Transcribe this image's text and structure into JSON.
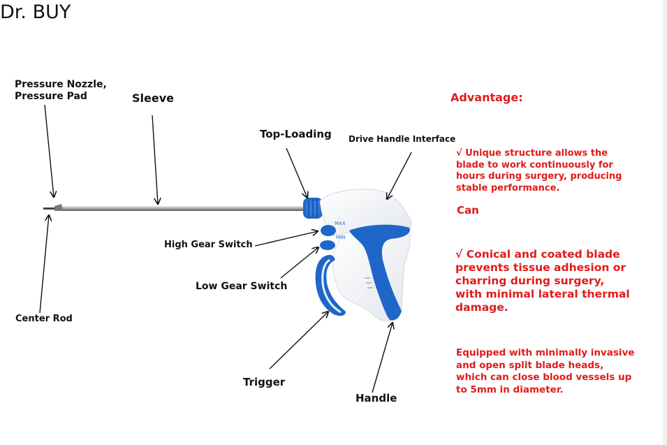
{
  "brand": "Dr. BUY",
  "labels": {
    "pressure_nozzle": "Pressure Nozzle,\nPressure Pad",
    "sleeve": "Sleeve",
    "top_loading": "Top-Loading",
    "drive_handle_interface": "Drive Handle Interface",
    "high_gear_switch": "High Gear Switch",
    "low_gear_switch": "Low Gear Switch",
    "center_rod": "Center Rod",
    "trigger": "Trigger",
    "handle": "Handle",
    "max": "MAX",
    "min": "MIN"
  },
  "advantage": {
    "heading": "Advantage:",
    "point1": "√ Unique structure allows the blade to work continuously for hours during surgery, producing stable performance.",
    "can": "Can",
    "point2": "√ Conical and coated blade prevents tissue adhesion or charring during surgery, with minimal lateral thermal damage.",
    "point3": "Equipped with minimally invasive and open split blade heads, which can close blood vessels up to 5mm in diameter."
  },
  "colors": {
    "accent_red": "#e01b1b",
    "device_blue": "#1f66c9",
    "device_white": "#f4f6f9"
  }
}
